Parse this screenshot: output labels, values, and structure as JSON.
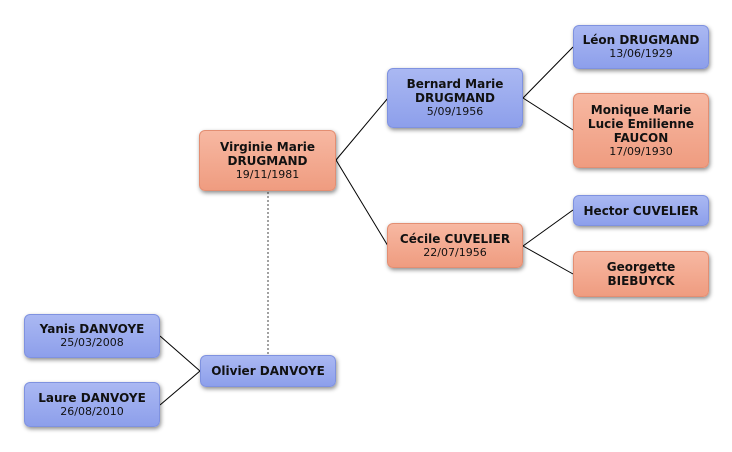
{
  "colors": {
    "male": "#98a8ee",
    "female": "#f2a68c",
    "line": "#000000"
  },
  "people": {
    "virginie": {
      "name": "Virginie Marie DRUGMAND",
      "date": "19/11/1981"
    },
    "bernard": {
      "name": "Bernard Marie DRUGMAND",
      "date": "5/09/1956"
    },
    "cecile": {
      "name": "Cécile CUVELIER",
      "date": "22/07/1956"
    },
    "leon": {
      "name": "Léon DRUGMAND",
      "date": "13/06/1929"
    },
    "monique": {
      "name": "Monique Marie Lucie Emilienne FAUCON",
      "date": "17/09/1930"
    },
    "hector": {
      "name": "Hector CUVELIER",
      "date": ""
    },
    "georgette": {
      "name": "Georgette BIEBUYCK",
      "date": ""
    },
    "olivier": {
      "name": "Olivier DANVOYE",
      "date": ""
    },
    "yanis": {
      "name": "Yanis DANVOYE",
      "date": "25/03/2008"
    },
    "laure": {
      "name": "Laure DANVOYE",
      "date": "26/08/2010"
    }
  }
}
